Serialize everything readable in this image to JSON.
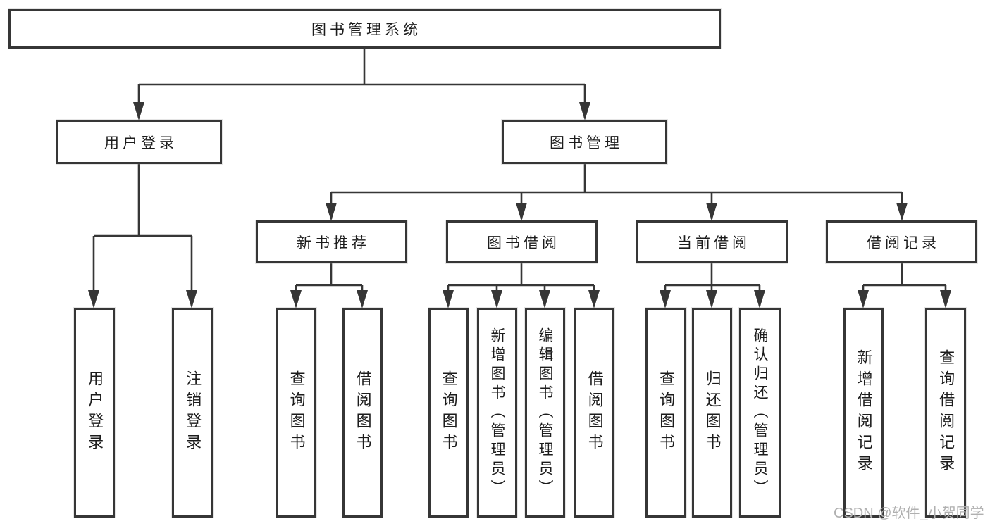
{
  "colors": {
    "line": "#363636",
    "text": "#1c1c1c",
    "box_background": "#ffffff",
    "watermark": "#b0b0b0"
  },
  "root": {
    "label": "图书管理系统"
  },
  "level2": {
    "user_login": {
      "label": "用户登录"
    },
    "book_management": {
      "label": "图书管理"
    }
  },
  "level3": {
    "new_book_recommend": {
      "label": "新书推荐"
    },
    "book_borrowing": {
      "label": "图书借阅"
    },
    "current_borrowing": {
      "label": "当前借阅"
    },
    "borrowing_records": {
      "label": "借阅记录"
    }
  },
  "leaves": {
    "user_login": {
      "label": "用户登录"
    },
    "logout": {
      "label": "注销登录"
    },
    "recommend_query_books": {
      "label": "查询图书"
    },
    "recommend_borrow_books": {
      "label": "借阅图书"
    },
    "borrowing_query_books": {
      "label": "查询图书"
    },
    "borrowing_add_books": {
      "label": "新增图书（管理员）"
    },
    "borrowing_edit_books": {
      "label": "编辑图书（管理员）"
    },
    "borrowing_borrow_books": {
      "label": "借阅图书"
    },
    "current_query_books": {
      "label": "查询图书"
    },
    "current_return_books": {
      "label": "归还图书"
    },
    "current_confirm_return": {
      "label": "确认归还（管理员）"
    },
    "records_add_record": {
      "label": "新增借阅记录"
    },
    "records_query_record": {
      "label": "查询借阅记录"
    }
  },
  "watermark": {
    "label": "CSDN @软件_小贺同学"
  }
}
